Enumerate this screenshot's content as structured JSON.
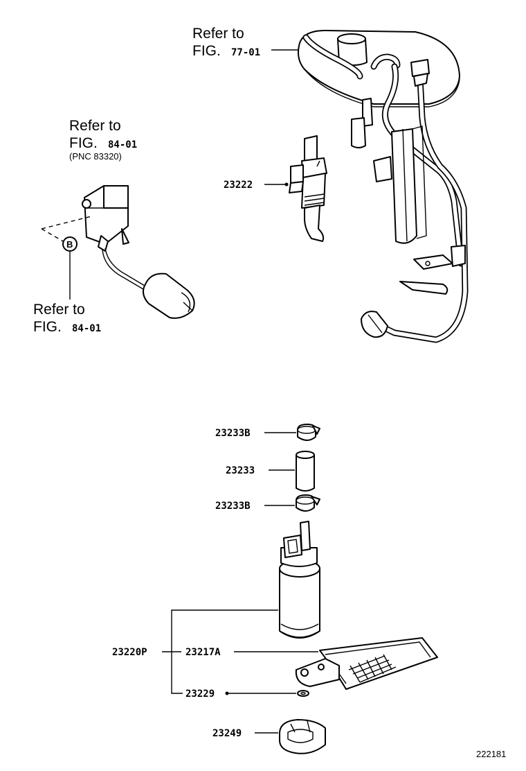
{
  "references": [
    {
      "id": "ref-77",
      "line1": "Refer to",
      "fig_word": "FIG.",
      "fig_no": "77-01"
    },
    {
      "id": "ref-84-top",
      "line1": "Refer to",
      "fig_word": "FIG.",
      "fig_no": "84-01",
      "note": "(PNC 83320)"
    },
    {
      "id": "ref-84-bottom",
      "line1": "Refer to",
      "fig_word": "FIG.",
      "fig_no": "84-01"
    }
  ],
  "connector_marker": "B",
  "part_numbers": {
    "p23222": "23222",
    "p23233b_top": "23233B",
    "p23233": "23233",
    "p23233b_bottom": "23233B",
    "p23220p": "23220P",
    "p23217a": "23217A",
    "p23229": "23229",
    "p23249": "23249"
  },
  "diagram_id": "222181"
}
